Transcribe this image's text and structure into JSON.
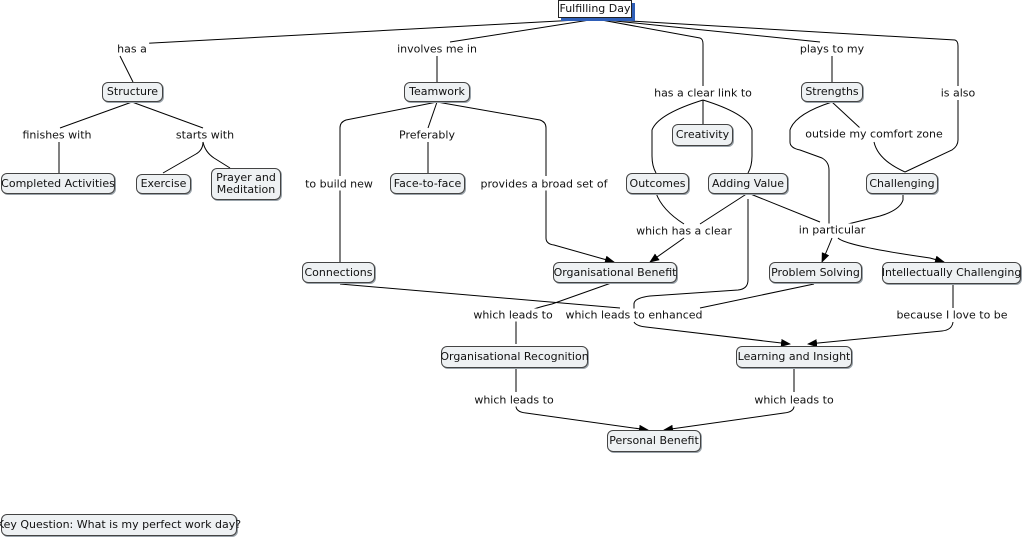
{
  "root": "Fulfilling Day",
  "nodes": {
    "structure": "Structure",
    "teamwork": "Teamwork",
    "strengths": "Strengths",
    "creativity": "Creativity",
    "completed": "Completed Activities",
    "exercise": "Exercise",
    "prayer": "Prayer and Meditation",
    "face": "Face-to-face",
    "outcomes": "Outcomes",
    "adding": "Adding Value",
    "challenging": "Challenging",
    "connections": "Connections",
    "orgbenefit": "Organisational Benefit",
    "problem": "Problem Solving",
    "intellect": "Intellectually Challenging",
    "orgrecog": "Organisational Recognition",
    "learning": "Learning and Insight",
    "personal": "Personal Benefit",
    "question": "Key Question: What is my perfect work day?"
  },
  "links": {
    "has_a": "has a",
    "involves": "involves me in",
    "clear_link": "has a clear link to",
    "plays": "plays to my",
    "also": "is also",
    "finishes": "finishes with",
    "starts": "starts with",
    "preferably": "Preferably",
    "build": "to build new",
    "broad": "provides a broad set of",
    "comfort": "outside my comfort zone",
    "has_clear": "which has a clear",
    "particular": "in particular",
    "leads1": "which leads to",
    "enhanced": "which leads to enhanced",
    "love": "because I love to be",
    "leads2": "which leads to",
    "leads3": "which leads to"
  }
}
